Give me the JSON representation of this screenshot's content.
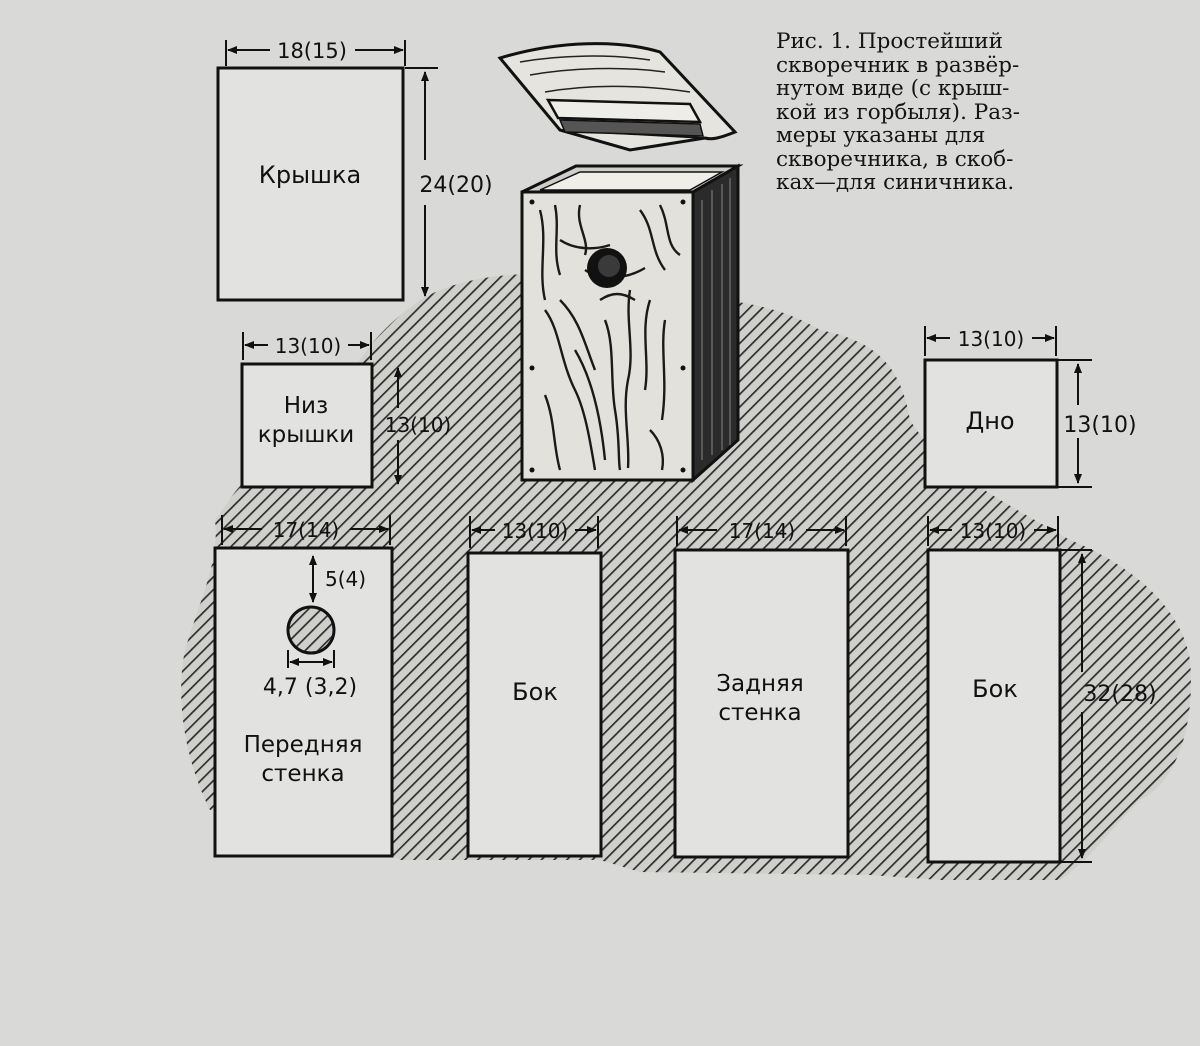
{
  "caption": {
    "lines": [
      "Рис. 1. Простейший",
      "скворечник в развёр-",
      "нутом виде (с крыш-",
      "кой из горбыля). Раз-",
      "меры указаны для",
      "скворечника, в скоб-",
      "ках—для синичника."
    ]
  },
  "panels": {
    "lid": {
      "label": "Крышка",
      "width_dim": "18(15)",
      "height_dim": "24(20)"
    },
    "lid_bottom": {
      "label_lines": [
        "Низ",
        "крышки"
      ],
      "width_dim": "13(10)",
      "height_dim": "13(10)"
    },
    "floor": {
      "label": "Дно",
      "width_dim": "13(10)",
      "height_dim": "13(10)"
    },
    "front_wall": {
      "label_lines": [
        "Передняя",
        "стенка"
      ],
      "width_dim": "17(14)",
      "hole_offset_dim": "5(4)",
      "hole_diameter_dim": "4,7 (3,2)"
    },
    "side_left": {
      "label": "Бок",
      "width_dim": "13(10)"
    },
    "back_wall": {
      "label_lines": [
        "Задняя",
        "стенка"
      ],
      "width_dim": "17(14)"
    },
    "side_right": {
      "label": "Бок",
      "width_dim": "13(10)",
      "height_dim": "32(28)"
    }
  },
  "colors": {
    "paper": "#d9d9d7",
    "ink": "#111111",
    "shadow": "#3a3a3a"
  }
}
